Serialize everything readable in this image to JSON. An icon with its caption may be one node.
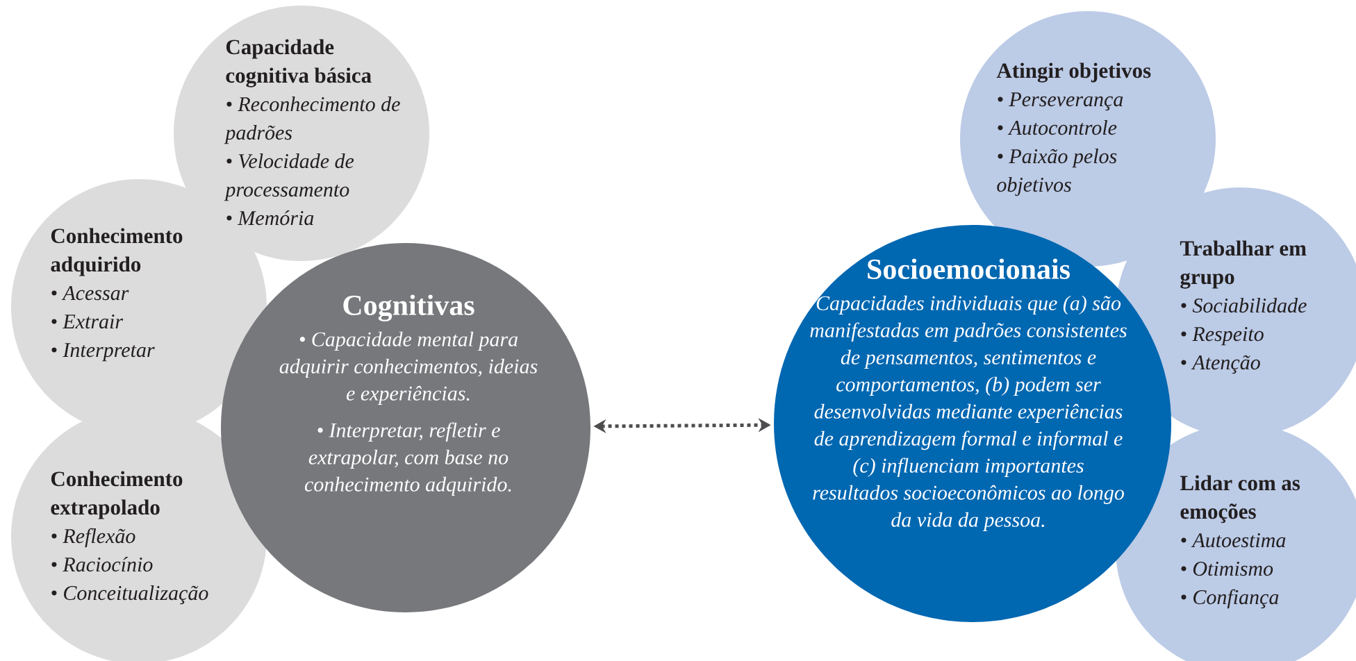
{
  "diagram": {
    "nodes": [
      {
        "text": [
          "Capacidade cognitiva básica",
          "• Reconhecimento de padrões",
          "• Velocidade de processamento",
          "• Memória"
        ]
      },
      {
        "text": [
          "Conhecimento adquirido",
          "• Acessar",
          "• Extrair",
          "• Interpretar"
        ]
      },
      {
        "text": [
          "Conhecimento extrapolado",
          "• Reflexão",
          "• Raciocínio",
          "• Conceitualização"
        ]
      },
      {
        "text": [
          "Cognitivas",
          "• Capacidade mental para adquirir conhecimentos, ideias e experiências.",
          "• Interpretar, refletir e extrapolar, com base no conhecimento adquirido."
        ]
      },
      {
        "text": [
          "Socioemocionais",
          "Capacidades individuais que (a) são manifestadas em padrões consistentes de pensamentos, sentimentos e comportamentos, (b) podem ser desenvolvidas mediante experiências de aprendizagem formal e informal e (c) influenciam importantes resultados socioeconômicos ao longo da vida da pessoa."
        ]
      },
      {
        "text": [
          "Atingir objetivos",
          "• Perseverança",
          "• Autocontrole",
          "• Paixão pelos objetivos"
        ]
      },
      {
        "text": [
          "Trabalhar em grupo",
          "• Sociabilidade",
          "• Respeito",
          "• Atenção"
        ]
      },
      {
        "text": [
          "Lidar com as emoções",
          "• Autoestima",
          "• Otimismo",
          "• Confiança"
        ]
      }
    ],
    "edges": [
      {
        "from": 3,
        "to": 4,
        "arrow": "both",
        "style": "dashed"
      }
    ]
  }
}
